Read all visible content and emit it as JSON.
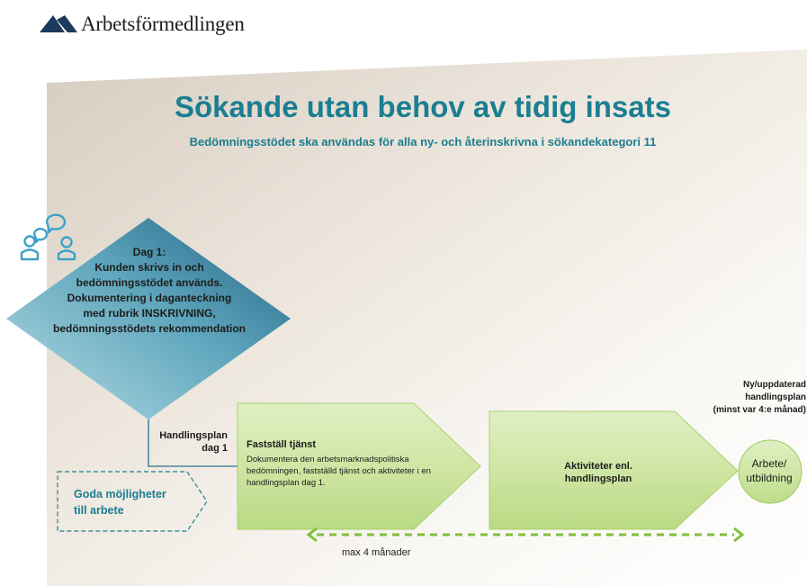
{
  "logo": {
    "brand": "Arbetsförmedlingen"
  },
  "header": {
    "title": "Sökande utan behov av tidig insats",
    "subtitle": "Bedömningsstödet ska användas för alla ny- och återinskrivna i sökandekategori 11"
  },
  "diamond": {
    "lines": [
      "Dag 1:",
      "Kunden skrivs in och",
      "bedömningsstödet används.",
      "Dokumentering i daganteckning",
      "med rubrik INSKRIVNING,",
      "bedömningsstödets rekommendation"
    ]
  },
  "connector": {
    "label_line1": "Handlingsplan",
    "label_line2": "dag 1"
  },
  "goda": {
    "line1": "Goda möjligheter",
    "line2": "till arbete"
  },
  "step1": {
    "title": "Fastställ tjänst",
    "body": "Dokumentera den arbetsmarknadspolitiska bedömningen, fastställd tjänst och aktiviteter i en handlingsplan dag 1."
  },
  "step2": {
    "line1": "Aktiviteter enl.",
    "line2": "handlingsplan"
  },
  "update_note": {
    "line1": "Ny/uppdaterad",
    "line2": "handlingsplan",
    "line3": "(minst var 4:e månad)"
  },
  "outcome": {
    "line1": "Arbete/",
    "line2": "utbildning"
  },
  "duration": {
    "label": "max 4 månader"
  },
  "colors": {
    "teal": "#1b7e91",
    "green_fill": "#c9e39b",
    "green_stroke": "#9ccc5c",
    "diamond_dark": "#2a7190",
    "diamond_light": "#a8d3dd",
    "icon_blue": "#3fa1c8"
  }
}
